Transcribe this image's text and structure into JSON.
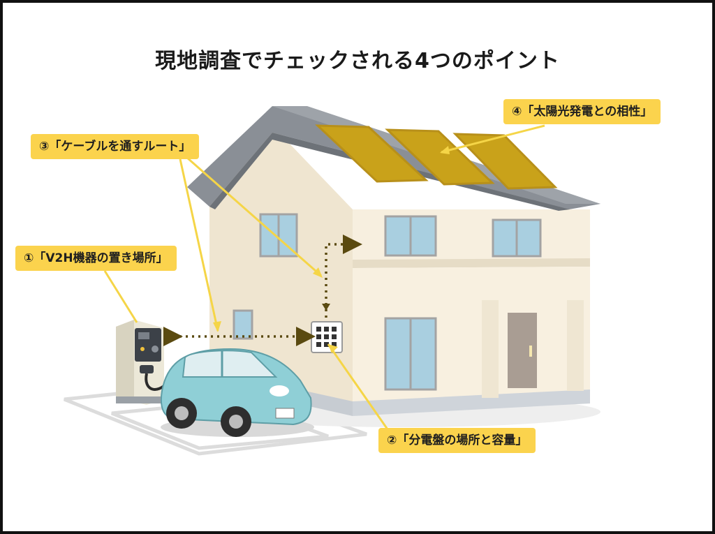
{
  "title": "現地調査でチェックされる4つのポイント",
  "points": [
    {
      "label": "①「V2H機器の置き場所」"
    },
    {
      "label": "②「分電盤の場所と容量」"
    },
    {
      "label": "③「ケーブルを通すルート」"
    },
    {
      "label": "④「太陽光発電との相性」"
    }
  ],
  "colors": {
    "label_bg": "#fbd34d",
    "leader": "#f5d547",
    "cable": "#5a4a10",
    "car": "#8fcfd6",
    "house_wall": "#f6eedd",
    "roof": "#8a8f96",
    "solar": "#c9a21a"
  }
}
